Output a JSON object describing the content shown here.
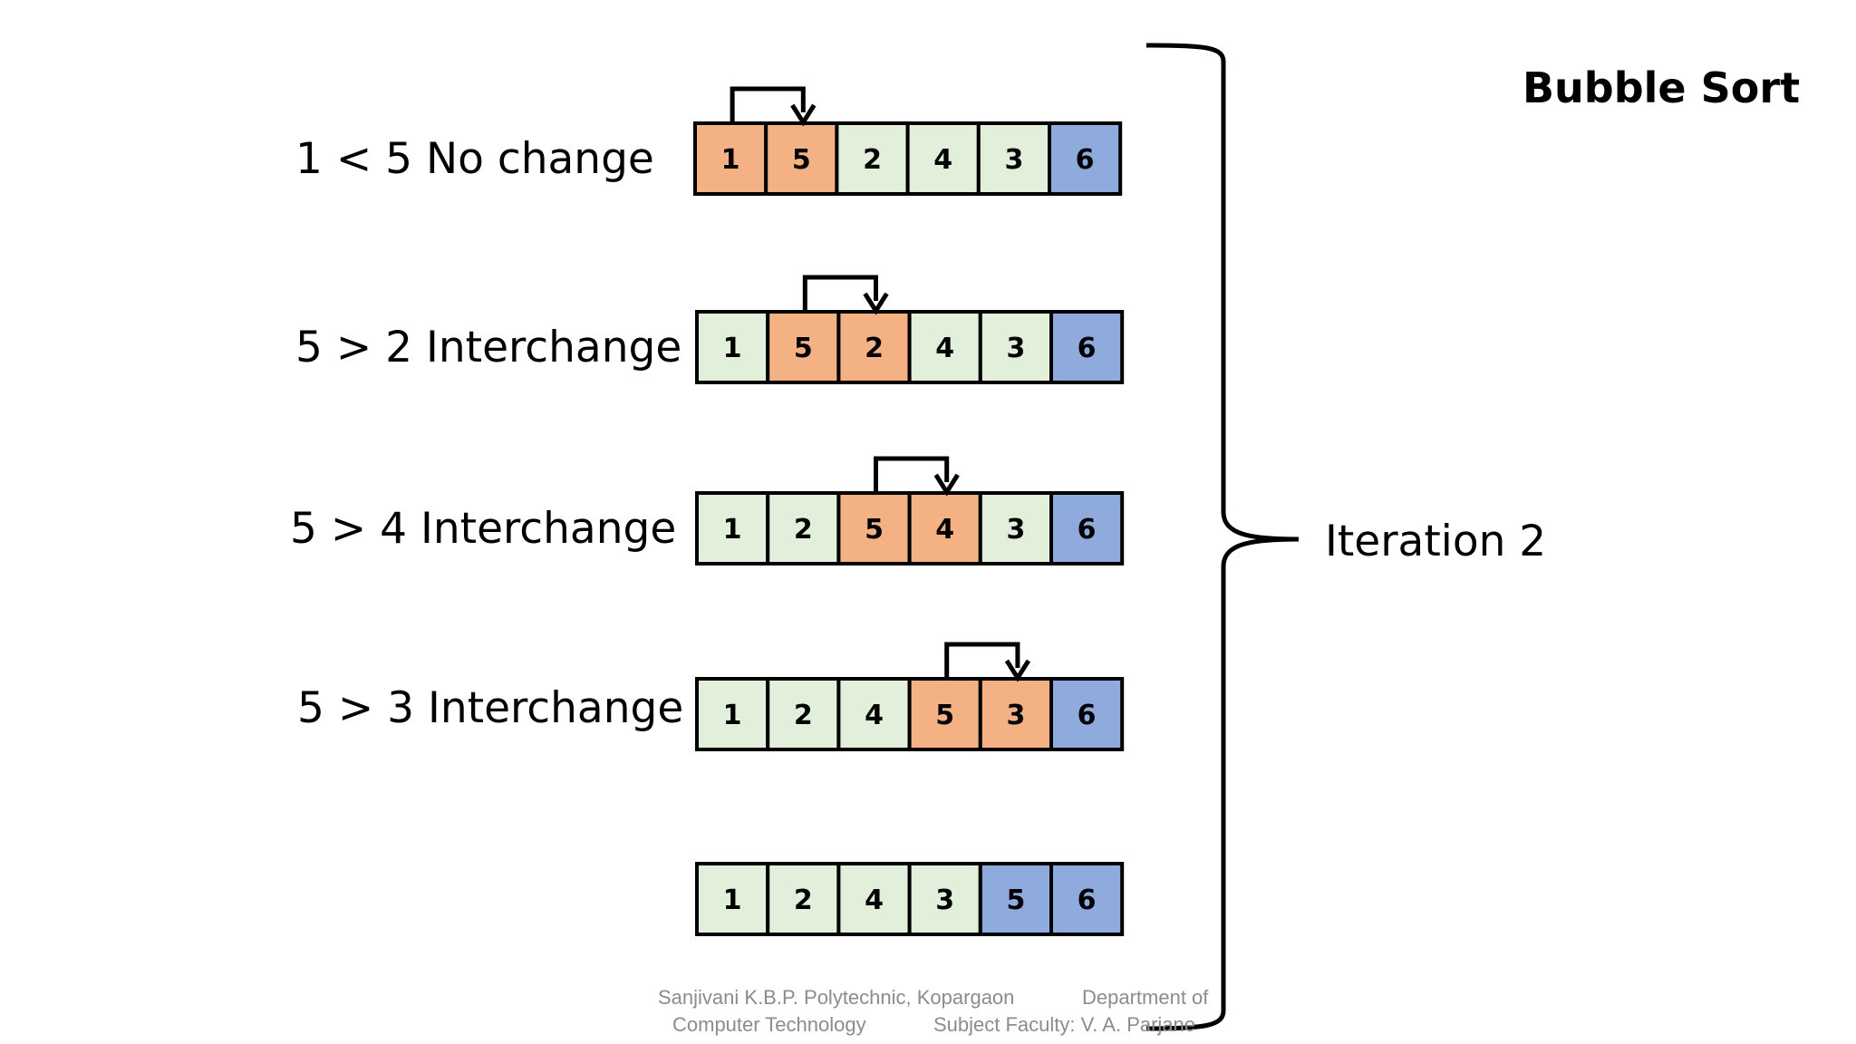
{
  "title": "Bubble Sort",
  "iteration_label": "Iteration 2",
  "colors": {
    "compared": "#f4b183",
    "unsorted": "#e2efda",
    "sorted": "#8faadc",
    "border": "#000000"
  },
  "rows": [
    {
      "label": "1 < 5 No change",
      "values": [
        "1",
        "5",
        "2",
        "4",
        "3",
        "6"
      ],
      "states": [
        "compared",
        "compared",
        "unsorted",
        "unsorted",
        "unsorted",
        "sorted"
      ],
      "arrow_from": 0,
      "arrow_to": 1
    },
    {
      "label": "5 > 2 Interchange",
      "values": [
        "1",
        "5",
        "2",
        "4",
        "3",
        "6"
      ],
      "states": [
        "unsorted",
        "compared",
        "compared",
        "unsorted",
        "unsorted",
        "sorted"
      ],
      "arrow_from": 1,
      "arrow_to": 2
    },
    {
      "label": "5 > 4 Interchange",
      "values": [
        "1",
        "2",
        "5",
        "4",
        "3",
        "6"
      ],
      "states": [
        "unsorted",
        "unsorted",
        "compared",
        "compared",
        "unsorted",
        "sorted"
      ],
      "arrow_from": 2,
      "arrow_to": 3
    },
    {
      "label": "5 > 3 Interchange",
      "values": [
        "1",
        "2",
        "4",
        "5",
        "3",
        "6"
      ],
      "states": [
        "unsorted",
        "unsorted",
        "unsorted",
        "compared",
        "compared",
        "sorted"
      ],
      "arrow_from": 3,
      "arrow_to": 4
    },
    {
      "label": "",
      "values": [
        "1",
        "2",
        "4",
        "3",
        "5",
        "6"
      ],
      "states": [
        "unsorted",
        "unsorted",
        "unsorted",
        "unsorted",
        "sorted",
        "sorted"
      ],
      "arrow_from": null,
      "arrow_to": null
    }
  ],
  "footer": {
    "institution": "Sanjivani K.B.P. Polytechnic, Kopargaon",
    "department": "Department of",
    "department_cont": "Computer Technology",
    "faculty": "Subject Faculty: V. A. Parjane"
  }
}
